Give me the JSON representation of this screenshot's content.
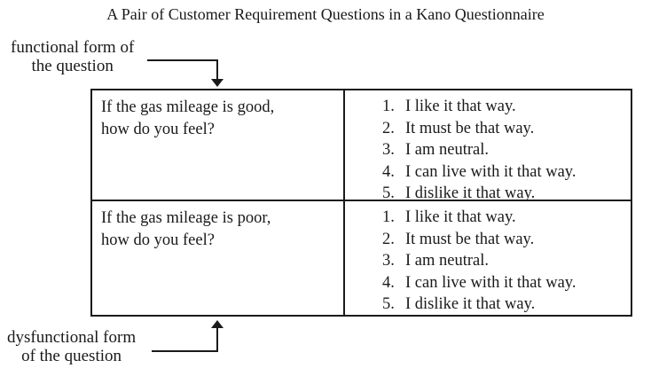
{
  "title": "A Pair of Customer Requirement Questions in a Kano Questionnaire",
  "annotations": {
    "functional_label": "functional form of\nthe question",
    "dysfunctional_label": "dysfunctional form\nof the question"
  },
  "table": {
    "rows": [
      {
        "question": "If the gas mileage is good,\nhow do you feel?",
        "options": [
          {
            "num": "1.",
            "text": "I like it that way."
          },
          {
            "num": "2.",
            "text": "It must be that way."
          },
          {
            "num": "3.",
            "text": "I am neutral."
          },
          {
            "num": "4.",
            "text": "I can live with it that way."
          },
          {
            "num": "5.",
            "text": "I dislike it that way."
          }
        ]
      },
      {
        "question": "If the gas mileage is poor,\nhow do you feel?",
        "options": [
          {
            "num": "1.",
            "text": "I like it that way."
          },
          {
            "num": "2.",
            "text": "It must be that way."
          },
          {
            "num": "3.",
            "text": "I am neutral."
          },
          {
            "num": "4.",
            "text": "I can live with it that way."
          },
          {
            "num": "5.",
            "text": "I dislike it that way."
          }
        ]
      }
    ]
  },
  "colors": {
    "ink": "#1a1a1a",
    "background": "#ffffff"
  }
}
